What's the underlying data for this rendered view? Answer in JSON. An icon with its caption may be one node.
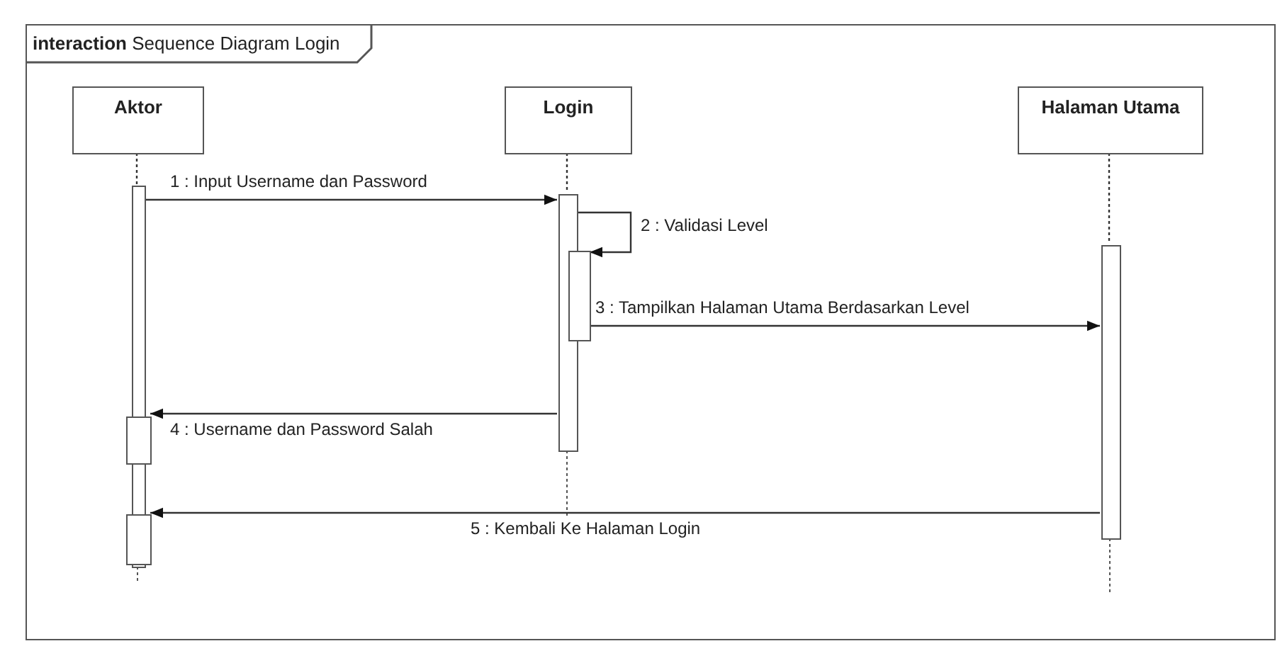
{
  "diagram": {
    "title": "**interaction** Sequence Diagram Login",
    "nodes": [
      {
        "text": [],
        "shape": "box"
      },
      {
        "text": [
          "Aktor"
        ],
        "in": 0
      },
      {
        "text": [
          "Login"
        ],
        "in": 0
      },
      {
        "text": [
          "Halaman Utama"
        ],
        "in": 0
      },
      {
        "text": [],
        "shape": "bar",
        "in": 0
      },
      {
        "text": [],
        "shape": "bar",
        "in": 0
      },
      {
        "text": [],
        "shape": "bar",
        "in": 0
      },
      {
        "text": [],
        "shape": "bar",
        "in": 0
      },
      {
        "text": [],
        "shape": "bar",
        "in": 0
      },
      {
        "text": [],
        "shape": "bar",
        "in": 0
      }
    ],
    "edges": [
      {
        "from": 1,
        "to": 4,
        "arrow": "none",
        "style": "dashed"
      },
      {
        "from": 2,
        "to": 5,
        "arrow": "none",
        "style": "dashed"
      },
      {
        "from": 3,
        "to": 7,
        "arrow": "none",
        "style": "dashed"
      },
      {
        "from": 4,
        "to": 5,
        "arrow": "to",
        "label": "1 : Input Username dan Password"
      },
      {
        "from": 5,
        "to": 6,
        "arrow": "to",
        "label": "2 : Validasi Level"
      },
      {
        "from": 6,
        "to": 7,
        "arrow": "to",
        "label": "3 : Tampilkan Halaman Utama Berdasarkan Level"
      },
      {
        "from": 5,
        "to": 8,
        "arrow": "to",
        "label": "4 : Username dan Password Salah"
      },
      {
        "from": 7,
        "to": 9,
        "arrow": "to",
        "label": "5 : Kembali Ke Halaman Login"
      }
    ]
  }
}
